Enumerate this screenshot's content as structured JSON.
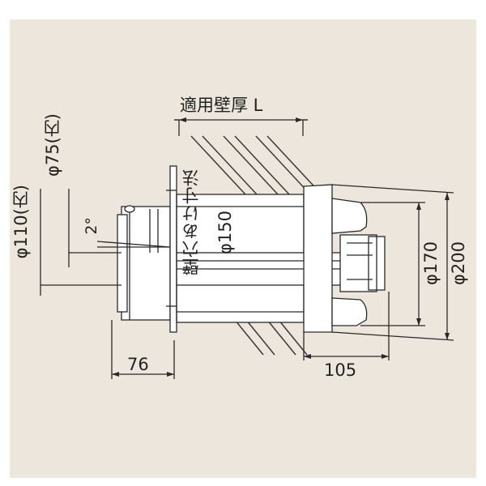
{
  "labels": {
    "wall_thickness": "適用壁厚 L",
    "phi75": "φ75(内)",
    "phi110": "φ110(内)",
    "angle": "2°",
    "hole_size": "壁穴あけ寸法",
    "phi150": "φ150",
    "phi170": "φ170",
    "phi200": "φ200",
    "dim76": "76",
    "dim105": "105"
  },
  "colors": {
    "background": "#ece6dc",
    "line": "#2a2a2a",
    "pipe_fill": "#ffffff",
    "wall_hatch": "#3a3a3a"
  }
}
